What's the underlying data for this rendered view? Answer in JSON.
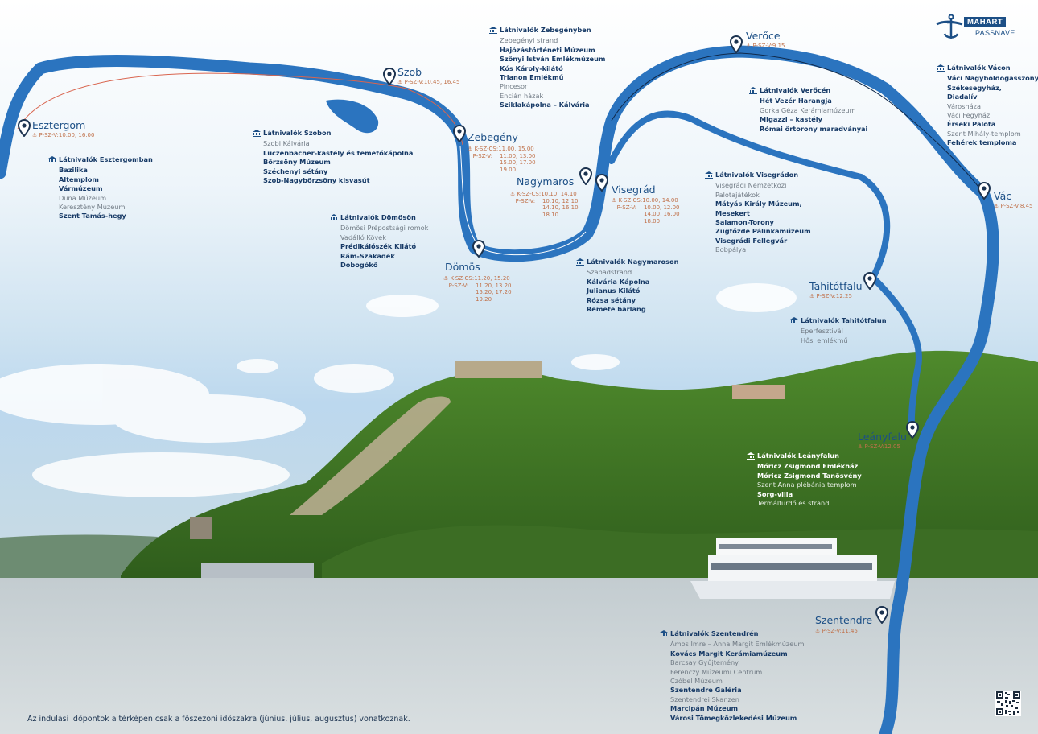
{
  "brand": {
    "name": "MAHART",
    "sub": "PASSNAVE"
  },
  "footnote": "Az indulási időpontok a térképen csak a főszezoni időszakra (június, július, augusztus) vonatkoznak.",
  "colors": {
    "river": "#2b74bf",
    "route": "#10294a",
    "accent": "#c0714a",
    "text": "#173a66"
  },
  "icons": {
    "stop": "map-pin-icon",
    "sight": "museum-icon",
    "brand": "anchor-icon"
  },
  "stops": [
    {
      "id": "esztergom",
      "name": "Esztergom",
      "times": "⚓ P-SZ-V:10.00, 16.00"
    },
    {
      "id": "szob",
      "name": "Szob",
      "times": "⚓ P-SZ-V:10.45, 16.45"
    },
    {
      "id": "zebegeny",
      "name": "Zebegény",
      "times": "⚓ K-SZ-CS:11.00, 15.00\n   P-SZ-V:    11.00, 13.00\n                  15.00, 17.00\n                  19.00"
    },
    {
      "id": "nagymaros",
      "name": "Nagymaros",
      "times": "⚓ K-SZ-CS:10.10, 14.10\n   P-SZ-V:    10.10, 12.10\n                  14.10, 16.10\n                  18.10"
    },
    {
      "id": "visegrad",
      "name": "Visegrád",
      "times": "⚓ K-SZ-CS:10.00, 14.00\n   P-SZ-V:    10.00, 12.00\n                  14.00, 16.00\n                  18.00"
    },
    {
      "id": "domos",
      "name": "Dömös",
      "times": "⚓ K-SZ-CS:11.20, 15.20\n   P-SZ-V:    11.20, 13.20\n                  15.20, 17.20\n                  19.20"
    },
    {
      "id": "veroce",
      "name": "Verőce",
      "times": "⚓ P-SZ-V:9.15"
    },
    {
      "id": "vac",
      "name": "Vác",
      "times": "⚓ P-SZ-V:8.45"
    },
    {
      "id": "tahitotfalu",
      "name": "Tahitótfalu",
      "times": "⚓ P-SZ-V:12.25"
    },
    {
      "id": "leanyfalu",
      "name": "Leányfalu",
      "times": "⚓ P-SZ-V:12.05"
    },
    {
      "id": "szentendre",
      "name": "Szentendre",
      "times": "⚓ P-SZ-V:11.45"
    }
  ],
  "sights": [
    {
      "id": "esztergom",
      "title": "Látnivalók Esztergomban",
      "items": [
        {
          "t": "Bazilika",
          "b": true
        },
        {
          "t": "Altemplom",
          "b": true
        },
        {
          "t": "Vármúzeum",
          "b": true
        },
        {
          "t": "Duna Múzeum",
          "b": false
        },
        {
          "t": "Keresztény Múzeum",
          "b": false
        },
        {
          "t": "Szent Tamás-hegy",
          "b": true
        }
      ]
    },
    {
      "id": "szob",
      "title": "Látnivalók Szobon",
      "items": [
        {
          "t": "Szobi Kálvária",
          "b": false
        },
        {
          "t": "Luczenbacher-kastély és temetőkápolna",
          "b": true
        },
        {
          "t": "Börzsöny Múzeum",
          "b": true
        },
        {
          "t": "Széchenyi sétány",
          "b": true
        },
        {
          "t": "Szob-Nagybörzsöny kisvasút",
          "b": true
        }
      ]
    },
    {
      "id": "zebegeny",
      "title": "Látnivalók Zebegényben",
      "items": [
        {
          "t": "Zebegényi strand",
          "b": false
        },
        {
          "t": "Hajózástörténeti Múzeum",
          "b": true
        },
        {
          "t": "Szőnyi István Emlékmúzeum",
          "b": true
        },
        {
          "t": "Kós Károly-kilátó",
          "b": true
        },
        {
          "t": "Trianon Emlékmű",
          "b": true
        },
        {
          "t": "Pincesor",
          "b": false
        },
        {
          "t": "Encián házak",
          "b": false
        },
        {
          "t": "Sziklakápolna – Kálvária",
          "b": true
        }
      ]
    },
    {
      "id": "domos",
      "title": "Látnivalók Dömösön",
      "items": [
        {
          "t": "Dömösi Prépostsági romok",
          "b": false
        },
        {
          "t": "Vadálló Kövek",
          "b": false
        },
        {
          "t": "Prédikálószék Kilátó",
          "b": true
        },
        {
          "t": "Rám-Szakadék",
          "b": true
        },
        {
          "t": "Dobogókő",
          "b": true
        }
      ]
    },
    {
      "id": "nagymaros",
      "title": "Látnivalók Nagymaroson",
      "items": [
        {
          "t": "Szabadstrand",
          "b": false
        },
        {
          "t": "Kálvária Kápolna",
          "b": true
        },
        {
          "t": "Julianus Kilátó",
          "b": true
        },
        {
          "t": "Rózsa sétány",
          "b": true
        },
        {
          "t": "Remete barlang",
          "b": true
        }
      ]
    },
    {
      "id": "veroce",
      "title": "Látnivalók Verőcén",
      "items": [
        {
          "t": "Hét Vezér Harangja",
          "b": true
        },
        {
          "t": "Gorka Géza Kerámiamúzeum",
          "b": false
        },
        {
          "t": "Migazzi – kastély",
          "b": true
        },
        {
          "t": "Római őrtorony maradványai",
          "b": true
        }
      ]
    },
    {
      "id": "visegrad",
      "title": "Látnivalók Visegrádon",
      "items": [
        {
          "t": "Visegrádi Nemzetközi",
          "b": false
        },
        {
          "t": "Palotajátékok",
          "b": false
        },
        {
          "t": "Mátyás Király Múzeum,",
          "b": true
        },
        {
          "t": "Mesekert",
          "b": true
        },
        {
          "t": "Salamon-Torony",
          "b": true
        },
        {
          "t": "Zugfőzde Pálinkamúzeum",
          "b": true
        },
        {
          "t": "Visegrádi Fellegvár",
          "b": true
        },
        {
          "t": "Bobpálya",
          "b": false
        }
      ]
    },
    {
      "id": "vac",
      "title": "Látnivalók Vácon",
      "items": [
        {
          "t": "Váci Nagyboldogasszony",
          "b": true
        },
        {
          "t": "Székesegyház,",
          "b": true
        },
        {
          "t": "Diadalív",
          "b": true
        },
        {
          "t": "Városháza",
          "b": false
        },
        {
          "t": "Váci Fegyház",
          "b": false
        },
        {
          "t": "Érseki Palota",
          "b": true
        },
        {
          "t": "Szent Mihály-templom",
          "b": false
        },
        {
          "t": "Fehérek temploma",
          "b": true
        }
      ]
    },
    {
      "id": "tahitotfalu",
      "title": "Látnivalók Tahitótfalun",
      "items": [
        {
          "t": "Eperfesztivál",
          "b": false
        },
        {
          "t": "Hősi emlékmű",
          "b": false
        }
      ]
    },
    {
      "id": "leanyfalu",
      "title": "Látnivalók Leányfalun",
      "items": [
        {
          "t": "Móricz Zsigmond Emlékház",
          "b": true
        },
        {
          "t": "Móricz Zsigmond Tanösvény",
          "b": true
        },
        {
          "t": "Szent Anna plébánia templom",
          "b": false
        },
        {
          "t": "Sorg-villa",
          "b": true
        },
        {
          "t": "Termálfürdő és strand",
          "b": false
        }
      ]
    },
    {
      "id": "szentendre",
      "title": "Látnivalók Szentendrén",
      "items": [
        {
          "t": "Ámos Imre –  Anna Margit Emlékmúzeum",
          "b": false
        },
        {
          "t": "Kovács Margit Kerámiamúzeum",
          "b": true
        },
        {
          "t": "Barcsay Gyűjtemény",
          "b": false
        },
        {
          "t": "Ferenczy Múzeumi Centrum",
          "b": false
        },
        {
          "t": "Czóbel Múzeum",
          "b": false
        },
        {
          "t": "Szentendre Galéria",
          "b": true
        },
        {
          "t": "Szentendrei Skanzen",
          "b": false
        },
        {
          "t": "Marcipán Múzeum",
          "b": true
        },
        {
          "t": "Városi Tömegközlekedési Múzeum",
          "b": true
        }
      ]
    }
  ]
}
